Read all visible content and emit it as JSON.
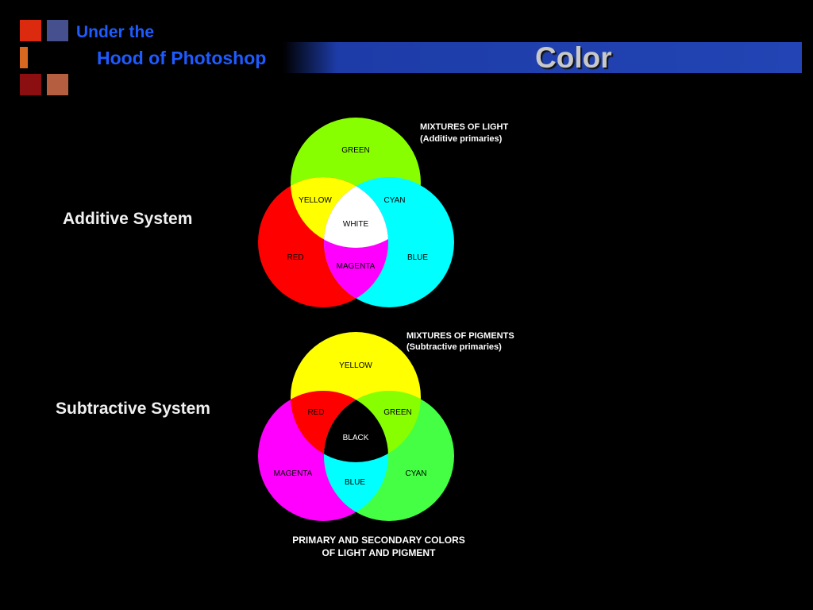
{
  "header": {
    "subtitle_line1": "Under the",
    "subtitle_line2": "Hood of Photoshop",
    "title": "Color",
    "squares": [
      "#dc2a0f",
      "#47508e",
      "#d8681f",
      "#a52a3c",
      "#8b0f10",
      "#b55f40"
    ]
  },
  "labels": {
    "additive": "Additive System",
    "subtractive": "Subtractive System"
  },
  "additive": {
    "caption_line1": "MIXTURES OF LIGHT",
    "caption_line2": "(Additive primaries)",
    "regions": {
      "top": "GREEN",
      "left_overlap": "YELLOW",
      "right_overlap": "CYAN",
      "center": "WHITE",
      "left": "RED",
      "bottom_overlap": "MAGENTA",
      "right": "BLUE"
    },
    "colors": {
      "top": "#88ff00",
      "left": "#ff0000",
      "right": "#00ffff",
      "top_left": "#ffff00",
      "top_right": "#00ffff",
      "left_right": "#ff00ff",
      "center": "#ffffff"
    }
  },
  "subtractive": {
    "caption_line1": "MIXTURES OF PIGMENTS",
    "caption_line2": "(Subtractive primaries)",
    "regions": {
      "top": "YELLOW",
      "left_overlap": "RED",
      "right_overlap": "GREEN",
      "center": "BLACK",
      "left": "MAGENTA",
      "bottom_overlap": "BLUE",
      "right": "CYAN"
    },
    "colors": {
      "top": "#ffff00",
      "left": "#ff00ff",
      "right": "#44ff44",
      "top_left": "#ff0000",
      "top_right": "#88ff00",
      "left_right": "#00ffff",
      "center": "#000000"
    }
  },
  "footer": {
    "line1": "PRIMARY AND SECONDARY COLORS",
    "line2": "OF LIGHT AND PIGMENT"
  }
}
